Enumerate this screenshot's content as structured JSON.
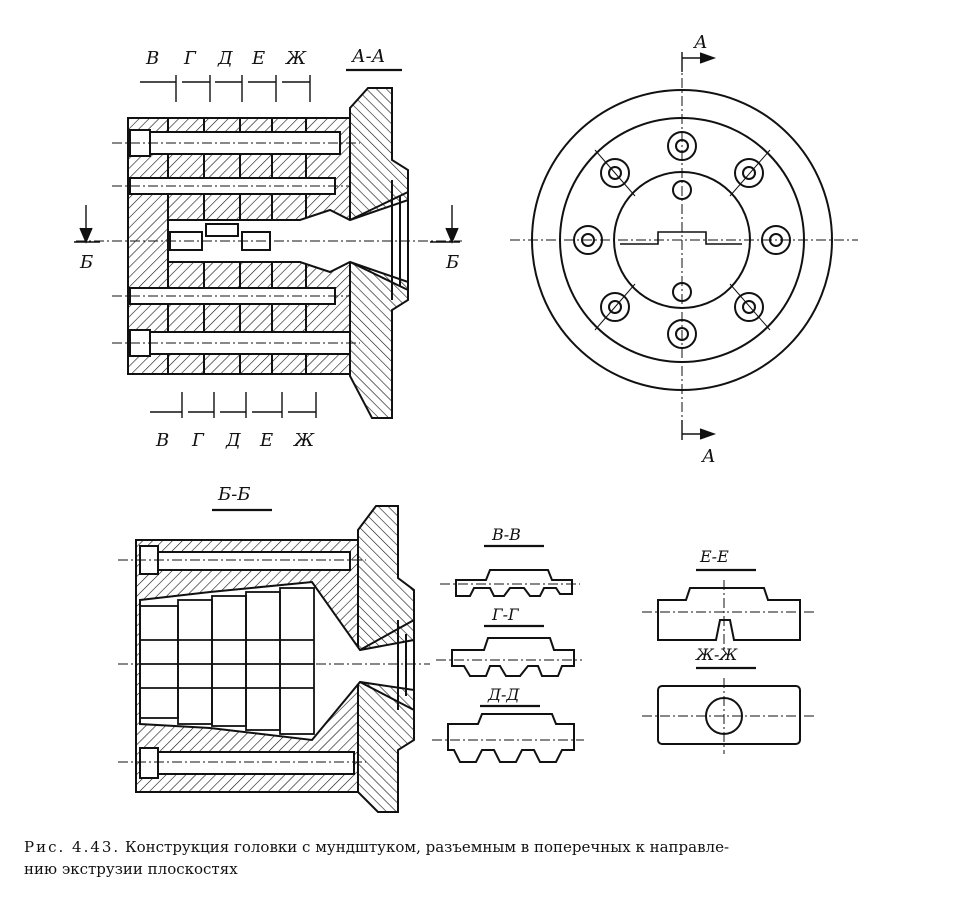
{
  "labels": {
    "section_aa": "А-А",
    "section_bb": "Б-Б",
    "section_vv": "В-В",
    "section_gg": "Г-Г",
    "section_dd": "Д-Д",
    "section_ee": "Е-Е",
    "section_zhzh": "Ж-Ж",
    "cut_a": "А",
    "cut_b": "Б",
    "cut_v": "В",
    "cut_g": "Г",
    "cut_d": "Д",
    "cut_e": "Е",
    "cut_zh": "Ж"
  },
  "caption": {
    "fig_number": "Рис. 4.43.",
    "text": "Конструкция головки с мундштуком, разъемным в поперечных к направле-",
    "text2": "нию   экструзии плоскостях"
  }
}
